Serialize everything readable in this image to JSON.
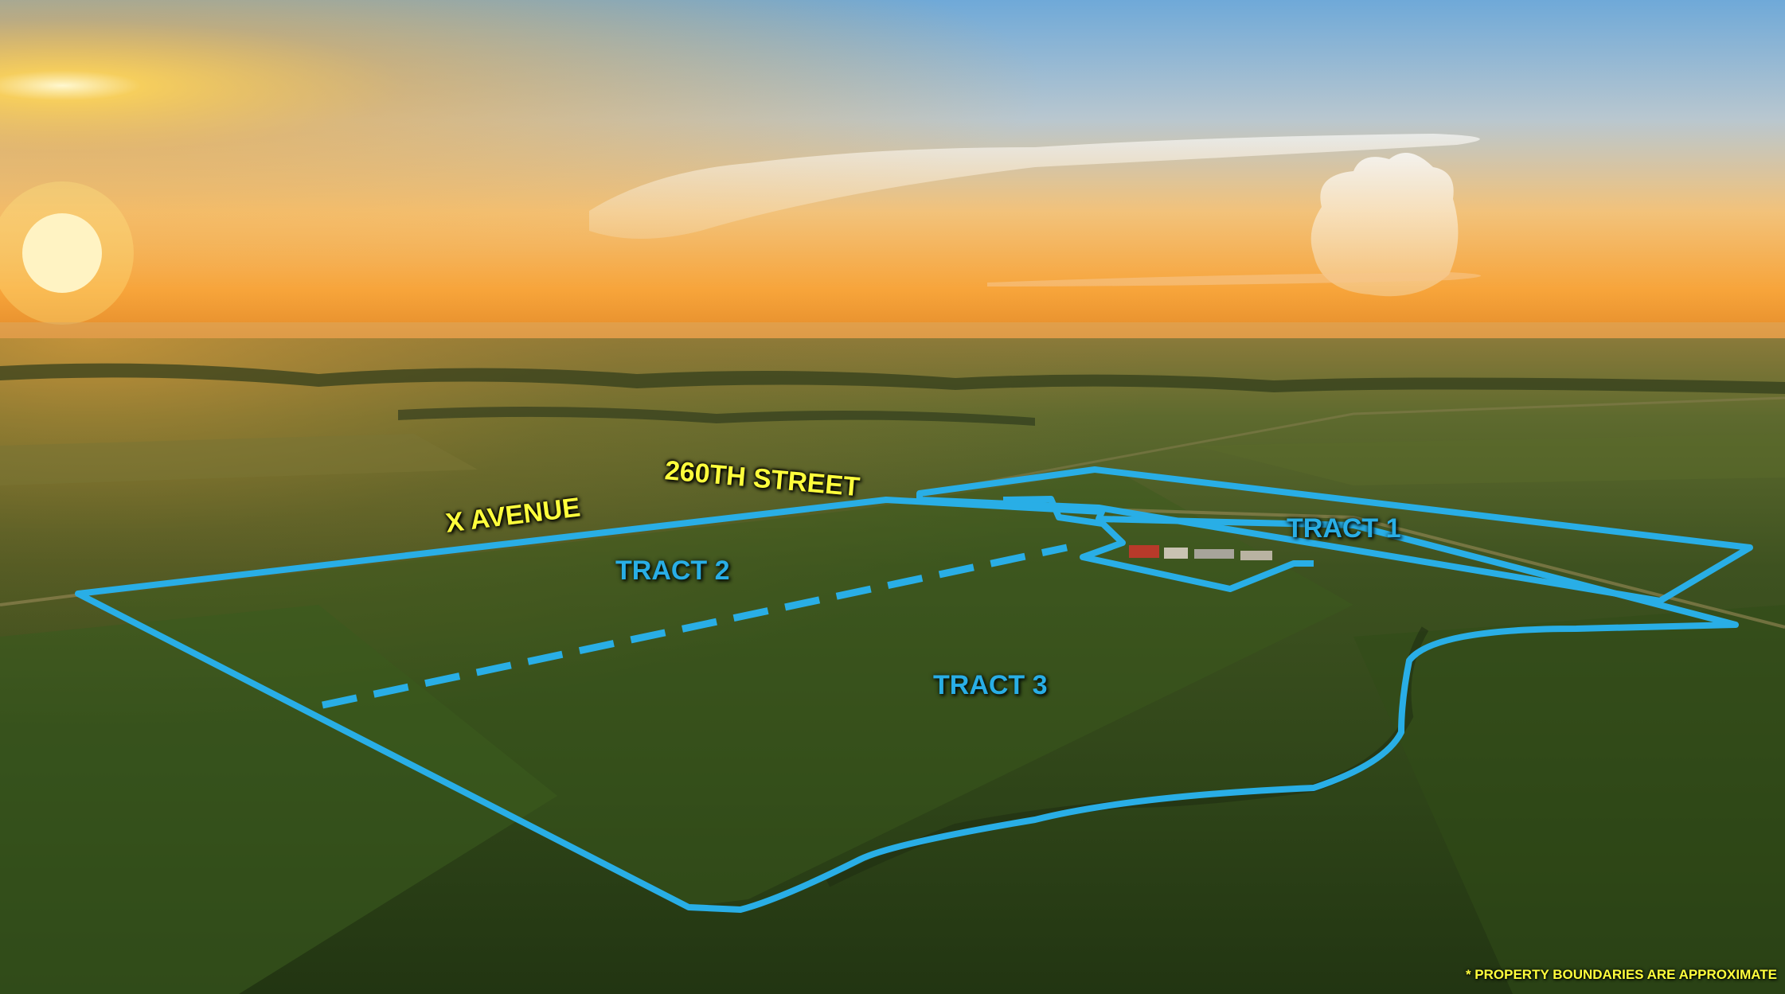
{
  "colors": {
    "boundary": "#29aee6",
    "road_label": "#ffff3c",
    "tract_label": "#29aee6",
    "disclaimer": "#ffff3c"
  },
  "roads": {
    "x_avenue": "X AVENUE",
    "street_260th": "260TH STREET"
  },
  "tracts": {
    "tract_1": "TRACT 1",
    "tract_2": "TRACT 2",
    "tract_3": "TRACT 3"
  },
  "disclaimer": "* PROPERTY BOUNDARIES ARE APPROXIMATE"
}
